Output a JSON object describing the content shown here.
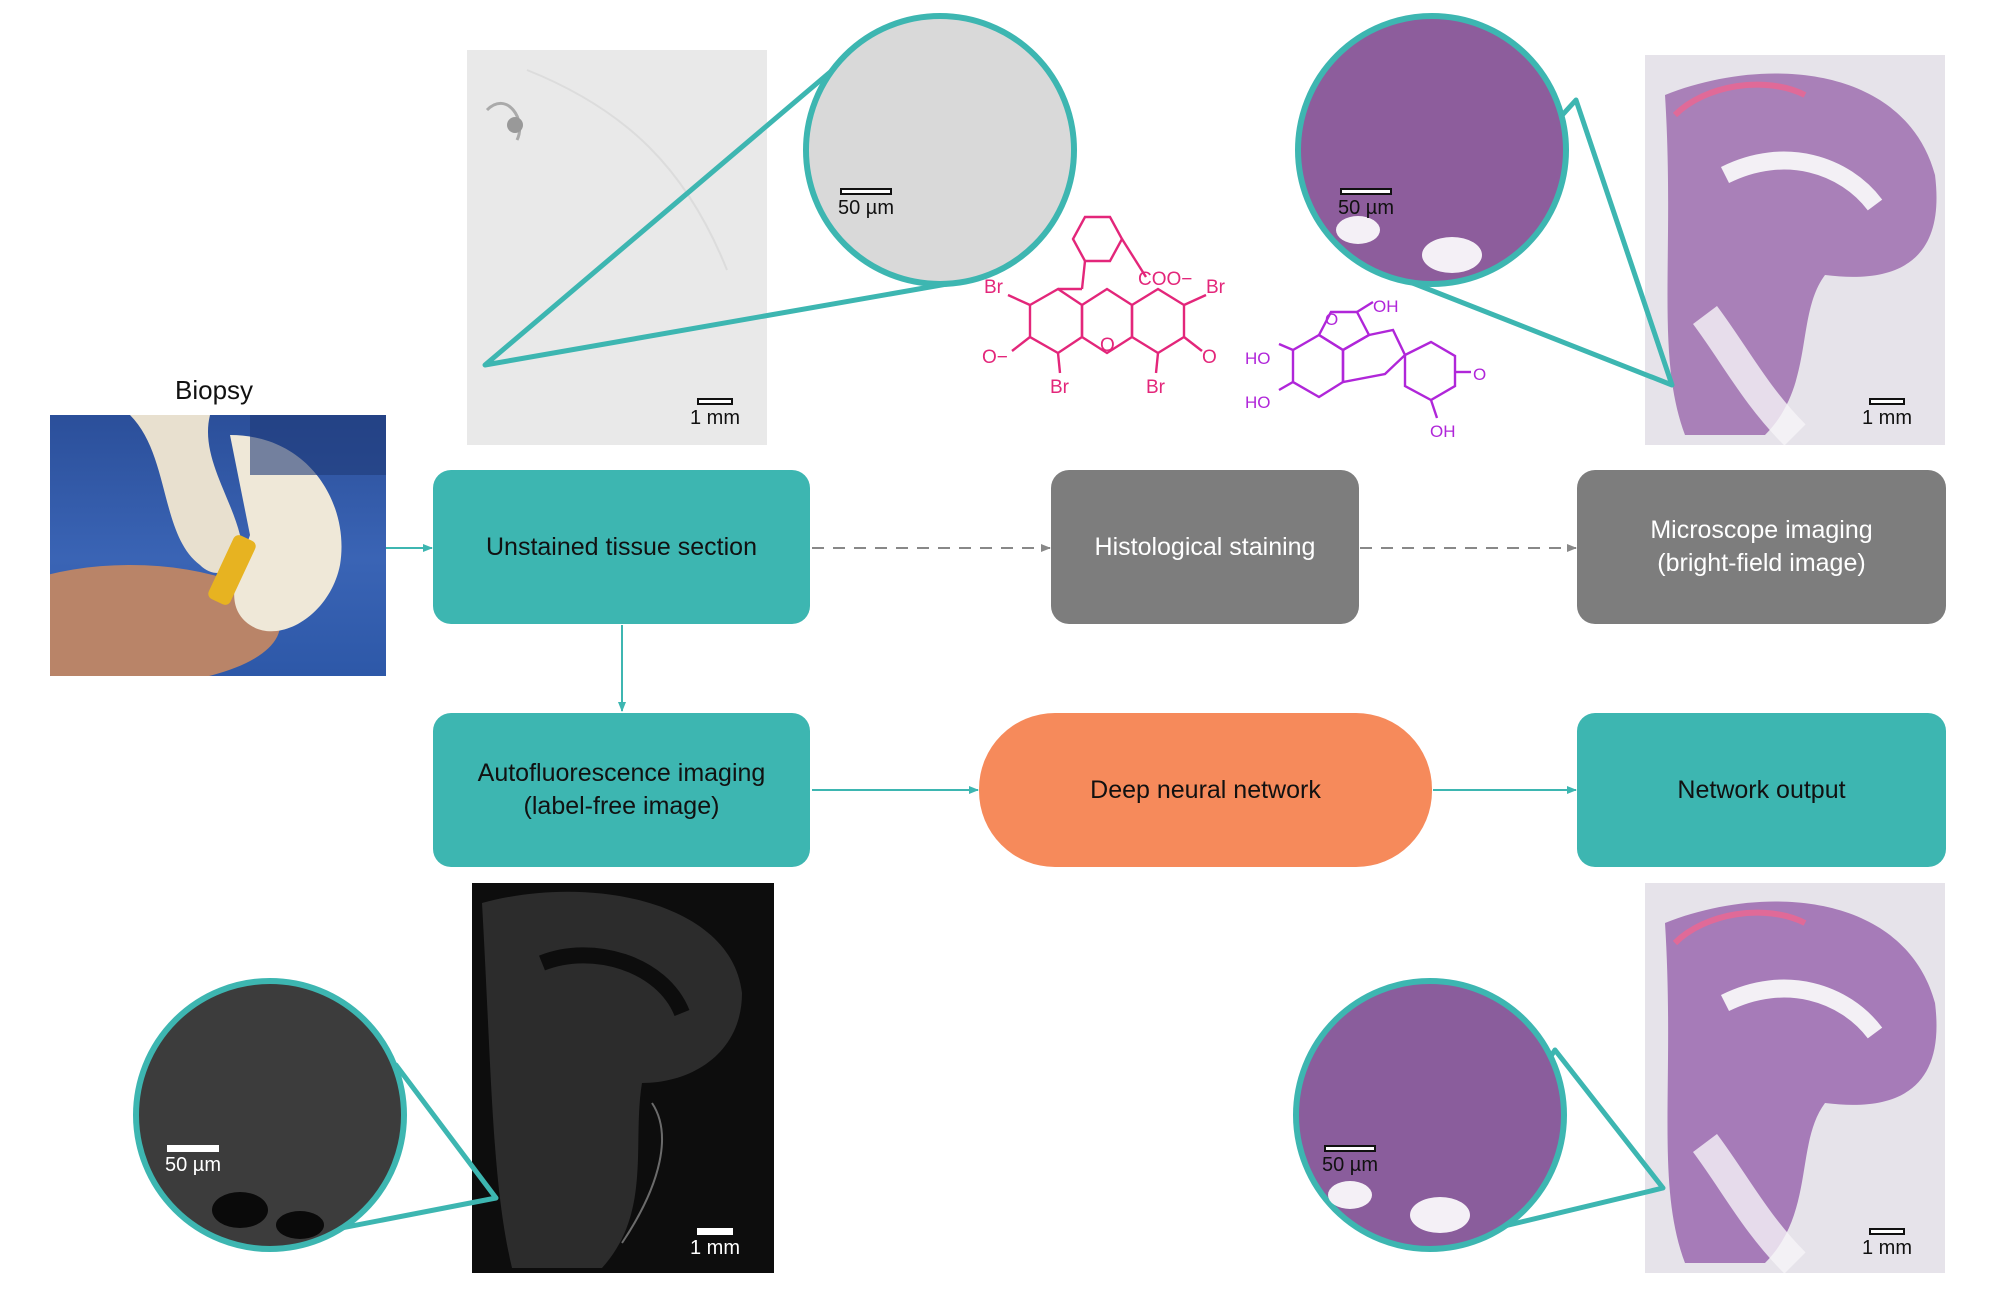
{
  "biopsy": {
    "label": "Biopsy"
  },
  "boxes": {
    "unstained": "Unstained tissue section",
    "histological": "Histological staining",
    "microscope_l1": "Microscope imaging",
    "microscope_l2": "(bright-field image)",
    "autofluor_l1": "Autofluorescence imaging",
    "autofluor_l2": "(label-free image)",
    "dnn": "Deep neural network",
    "output": "Network output"
  },
  "scalebars": {
    "mm": "1 mm",
    "um": "50 µm"
  },
  "chemistry": {
    "eosin": {
      "cooh": "COO−",
      "br": "Br",
      "o_minus": "O−",
      "o": "O"
    },
    "hematoxylin": {
      "oh": "OH",
      "ho": "HO",
      "o": "O"
    }
  },
  "colors": {
    "teal": "#3db6b1",
    "grey": "#7d7d7d",
    "orange": "#f68a5b",
    "eosin": "#e3267a",
    "hematoxylin": "#b026d9"
  }
}
